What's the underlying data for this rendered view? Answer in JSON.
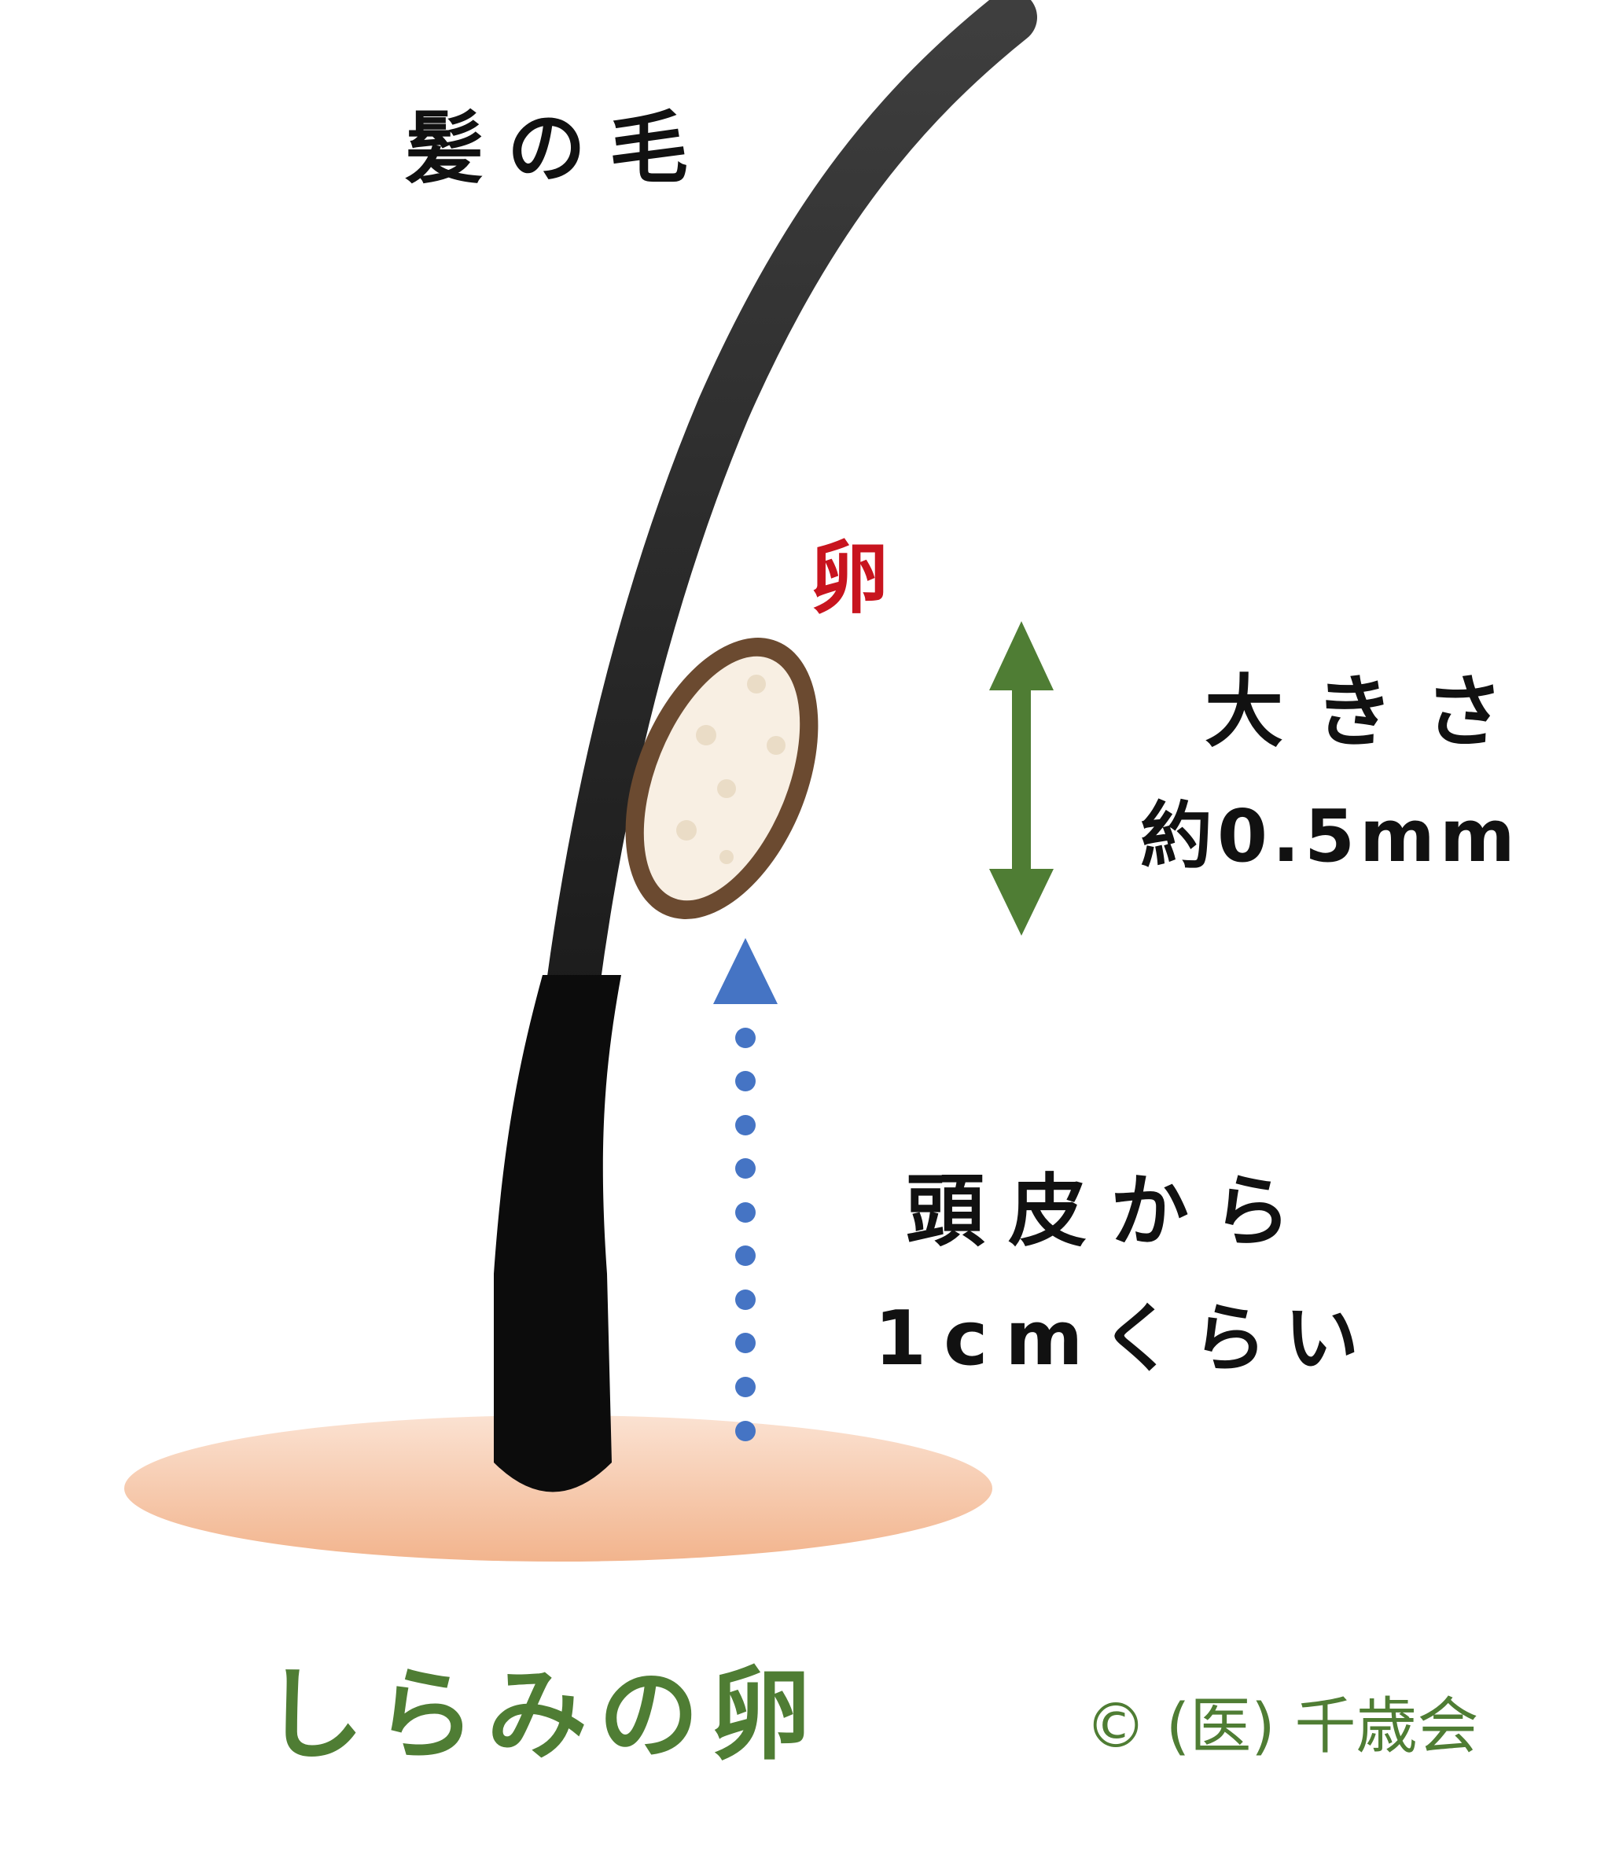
{
  "labels": {
    "hair": "髪の毛",
    "egg": "卵",
    "size_title": "大きさ",
    "size_value": "約0.5mm",
    "distance_line1": "頭皮から",
    "distance_line2": "1cmくらい",
    "title": "しらみの卵",
    "copyright": "© (医) 千歳会"
  },
  "colors": {
    "hair": "#1a1a1a",
    "egg_shell": "#6b4a30",
    "egg_inner": "#f8efe3",
    "egg_spot": "#eadcc6",
    "egg_label": "#c8141e",
    "size_arrow": "#4f7d34",
    "distance_arrow": "#4574c4",
    "scalp": "#f3bb97",
    "title": "#4f7d34",
    "copyright": "#4f7d34",
    "text": "#111111"
  }
}
